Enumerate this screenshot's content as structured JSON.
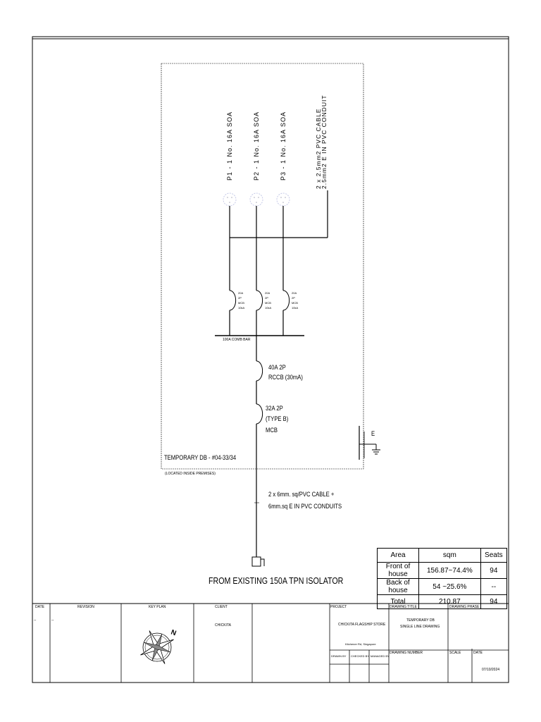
{
  "outlets": [
    {
      "label": "P1 - 1 No. 16A SOA"
    },
    {
      "label": "P2 - 1 No. 16A SOA"
    },
    {
      "label": "P3 - 1 No. 16A SOA"
    }
  ],
  "cable_note": {
    "line1": "2 x 2.5mm2 PVC CABLE",
    "line2": "2.5mm2 E IN PVC CONDUIT"
  },
  "mcb_labels": [
    {
      "l1": "20A",
      "l2": "2P",
      "l3": "MCB",
      "l4": "10kA"
    },
    {
      "l1": "20A",
      "l2": "2P",
      "l3": "MCB",
      "l4": "10kA"
    },
    {
      "l1": "20A",
      "l2": "2P",
      "l3": "MCB",
      "l4": "10kA"
    }
  ],
  "comb_bar": "100A COMB BAR",
  "rccb": {
    "line1": "40A 2P",
    "line2": "RCCB (30mA)"
  },
  "main_mcb": {
    "line1": "32A 2P",
    "line2": "(TYPE B)",
    "line3": "MCB"
  },
  "earth_label": "E",
  "db_name": "TEMPORARY DB - #04-33/34",
  "db_location": "(LOCATED INSIDE PREMISES)",
  "feeder": {
    "line1": "2 x 6mm. sq/PVC CABLE +",
    "line2": "6mm.sq E IN PVC CONDUITS"
  },
  "source": "FROM EXISTING 150A TPN ISOLATOR",
  "area_table": {
    "headers": [
      "Area",
      "sqm",
      "Seats"
    ],
    "rows": [
      [
        "Front of house",
        "156.87~74.4%",
        "94"
      ],
      [
        "Back of house",
        "54 ~25.6%",
        "--"
      ],
      [
        "Total",
        "210.87",
        "94"
      ]
    ]
  },
  "title_block": {
    "date_label": "DATE",
    "date_value": "--",
    "revision_label": "REVISION",
    "revision_value": "--",
    "keyplan_label": "KEY PLAN",
    "client_label": "CLIENT",
    "client_value": "CHICKITA",
    "project_label": "PROJECT",
    "project_value": "CHICKITA FLAGSHIP STORE",
    "project_address": "Kitchener Rd, Singapore",
    "drawn_by": "DRAWN BY",
    "checked_by": "CHECKED BY",
    "managed_by": "MANAGED BY",
    "drawing_title_label": "DRAWING TITLE",
    "drawing_title_line1": "TEMPORARY DB",
    "drawing_title_line2": "SINGLE LINE DRAWING",
    "drawing_phase_label": "DRAWING PHASE",
    "drawing_number_label": "DRAWING NUMBER",
    "scale_label": "SCALE",
    "date2_label": "DATE",
    "date2_value": "07/10/2024"
  }
}
